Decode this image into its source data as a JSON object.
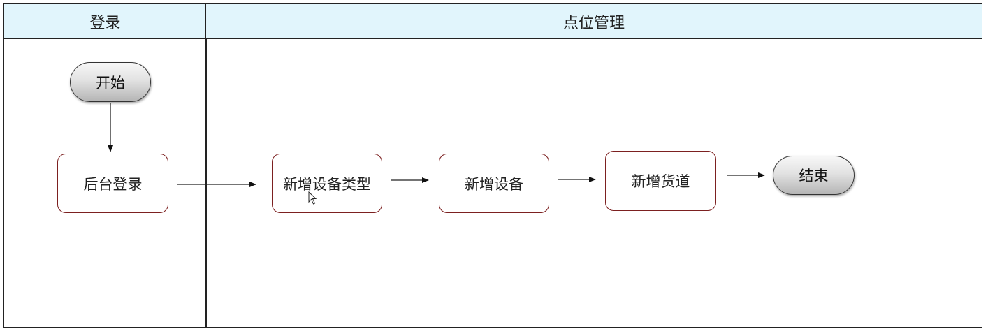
{
  "lanes": [
    {
      "title": "登录"
    },
    {
      "title": "点位管理"
    }
  ],
  "nodes": {
    "start": "开始",
    "backend_login": "后台登录",
    "add_device_type": "新增设备类型",
    "add_device": "新增设备",
    "add_channel": "新增货道",
    "end": "结束"
  },
  "colors": {
    "lane_header_bg": "#e1f5fc",
    "process_border": "#7c2020",
    "line": "#222222"
  }
}
